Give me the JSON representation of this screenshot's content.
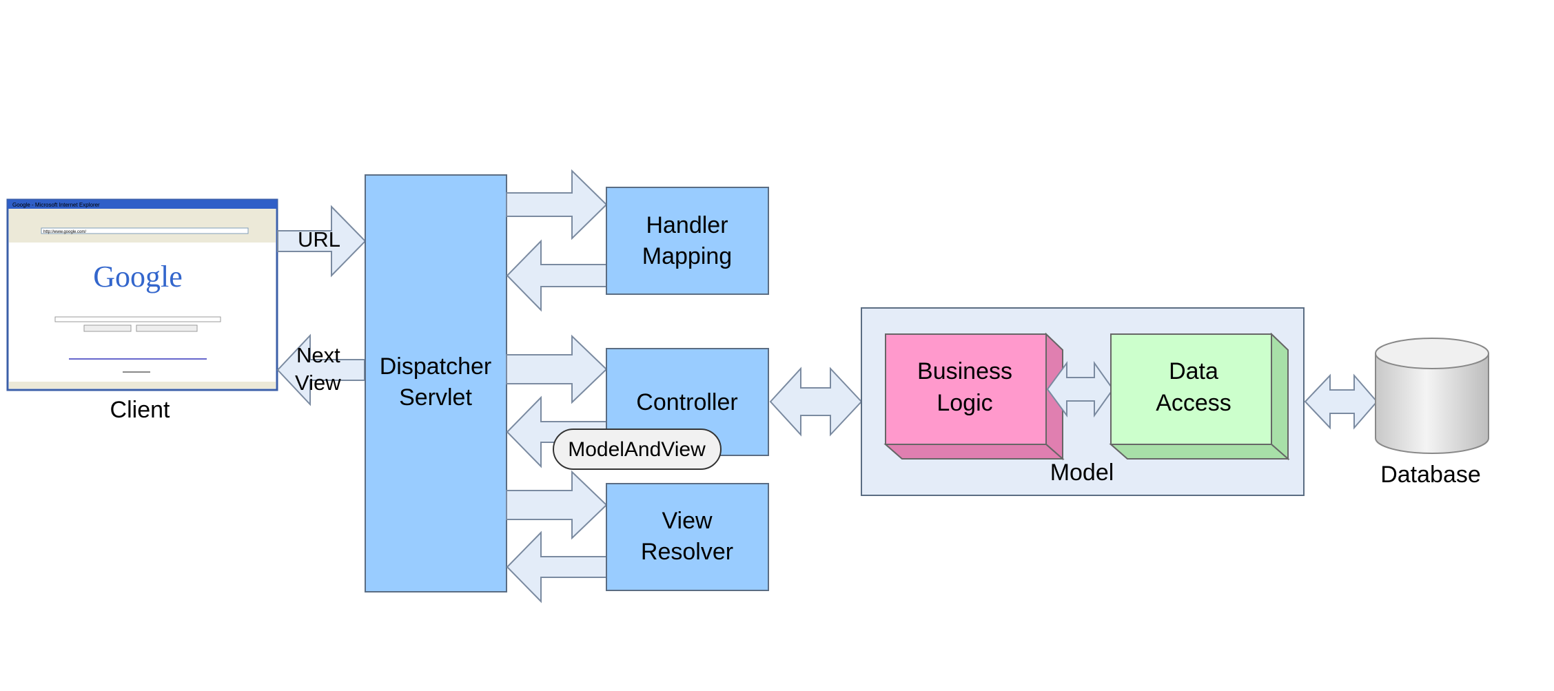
{
  "diagram": {
    "client": {
      "label": "Client",
      "browser_window_title": "Google - Microsoft Internet Explorer",
      "browser_logo": "Google",
      "browser_address": "http://www.google.com/"
    },
    "arrows": {
      "url": "URL",
      "next_view_line1": "Next",
      "next_view_line2": "View"
    },
    "dispatcher": {
      "line1": "Dispatcher",
      "line2": "Servlet"
    },
    "handler_mapping": {
      "line1": "Handler",
      "line2": "Mapping"
    },
    "controller": {
      "label": "Controller"
    },
    "model_and_view": {
      "label": "ModelAndView"
    },
    "view_resolver": {
      "line1": "View",
      "line2": "Resolver"
    },
    "model": {
      "label": "Model",
      "business_logic": {
        "line1": "Business",
        "line2": "Logic"
      },
      "data_access": {
        "line1": "Data",
        "line2": "Access"
      }
    },
    "database": {
      "label": "Database"
    }
  },
  "colors": {
    "component_blue": "#99ccff",
    "arrow_fill": "#e3ecf8",
    "model_bg": "#e4ecf8",
    "business_pink": "#ff99cc",
    "data_green": "#ccffcc",
    "database_gray": "#d9d9d9"
  }
}
